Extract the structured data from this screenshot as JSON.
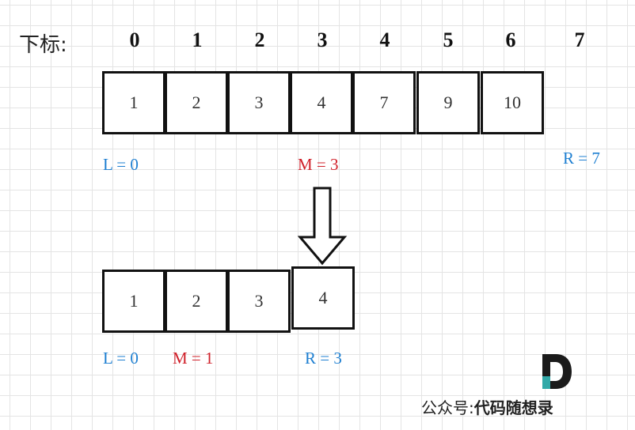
{
  "index_label": "下标:",
  "indices": [
    "0",
    "1",
    "2",
    "3",
    "4",
    "5",
    "6",
    "7"
  ],
  "top_array": [
    "1",
    "2",
    "3",
    "4",
    "7",
    "9",
    "10"
  ],
  "top_pointers": {
    "left": "L = 0",
    "mid": "M = 3",
    "right": "R = 7"
  },
  "bottom_array": [
    "1",
    "2",
    "3",
    "4"
  ],
  "bottom_pointers": {
    "left": "L = 0",
    "mid": "M = 1",
    "right": "R = 3"
  },
  "footer": {
    "prefix": "公众号:",
    "name": "代码随想录"
  },
  "colors": {
    "pointer_blue": "#1e7fd1",
    "pointer_red": "#d0202a"
  }
}
